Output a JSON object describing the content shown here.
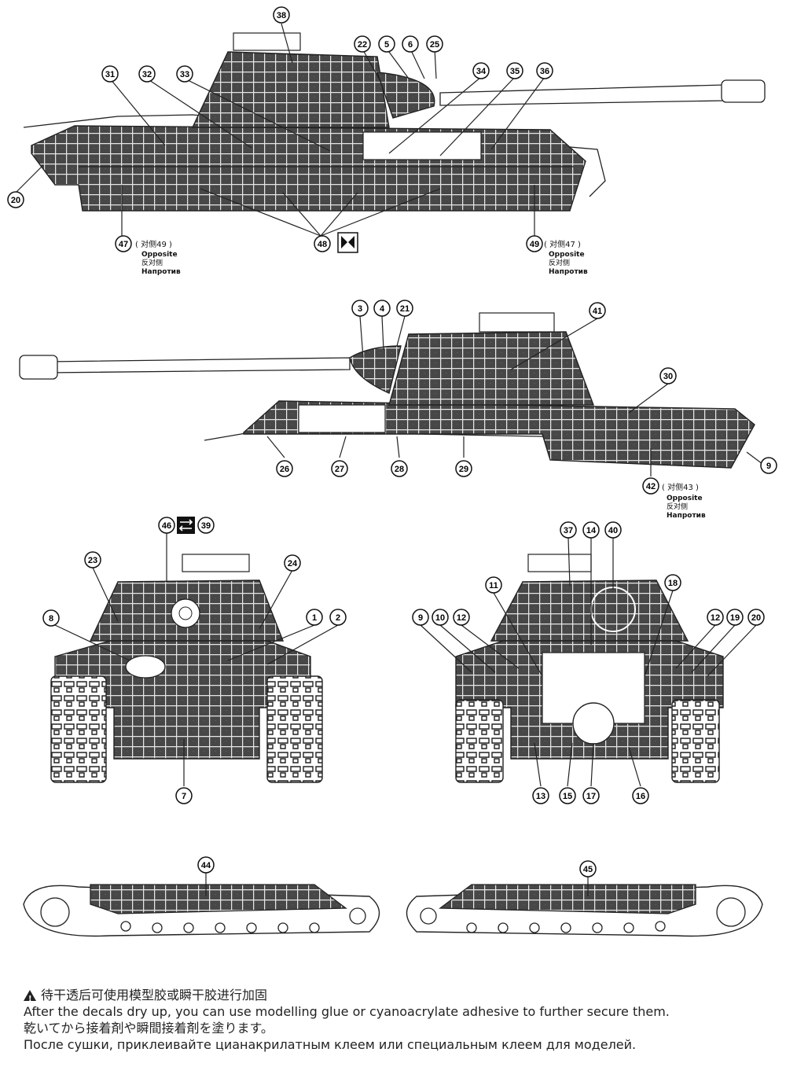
{
  "callouts": {
    "c1": "1",
    "c2": "2",
    "c3": "3",
    "c4": "4",
    "c5": "5",
    "c6": "6",
    "c7": "7",
    "c8": "8",
    "c9": "9",
    "c10": "10",
    "c11": "11",
    "c12": "12",
    "c13": "13",
    "c14": "14",
    "c15": "15",
    "c16": "16",
    "c17": "17",
    "c18": "18",
    "c19": "19",
    "c20": "20",
    "c21": "21",
    "c22": "22",
    "c23": "23",
    "c24": "24",
    "c25": "25",
    "c26": "26",
    "c27": "27",
    "c28": "28",
    "c29": "29",
    "c30": "30",
    "c31": "31",
    "c32": "32",
    "c33": "33",
    "c34": "34",
    "c35": "35",
    "c36": "36",
    "c37": "37",
    "c38": "38",
    "c39": "39",
    "c40": "40",
    "c41": "41",
    "c42": "42",
    "c44": "44",
    "c45": "45",
    "c46": "46",
    "c47": "47",
    "c48": "48",
    "c49": "49"
  },
  "opposite_notes": {
    "n47": {
      "cn": "( 对侧49 )",
      "en": "Opposite",
      "jp": "反对侧",
      "ru": "Напротив"
    },
    "n49": {
      "cn": "( 对侧47 )",
      "en": "Opposite",
      "jp": "反对侧",
      "ru": "Напротив"
    },
    "n42": {
      "cn": "( 对侧43 )",
      "en": "Opposite",
      "jp": "反对侧",
      "ru": "Напротив"
    }
  },
  "footer": {
    "cn": "待干透后可使用模型胶或瞬干胶进行加固",
    "en": "After the decals dry up, you can use modelling glue or cyanoacrylate adhesive to further secure them.",
    "jp": "乾いてから接着剤や瞬間接着剤を塗ります。",
    "ru": "После сушки, приклеивайте цианакрилатным клеем или специальным клеем для моделей."
  },
  "icons": [
    "warning-icon",
    "bowtie-symbol-icon",
    "swap-arrows-icon"
  ],
  "colors": {
    "hull": "#4a4a4a",
    "grid": "#e8e8e8",
    "line": "#222222",
    "paper": "#ffffff"
  }
}
